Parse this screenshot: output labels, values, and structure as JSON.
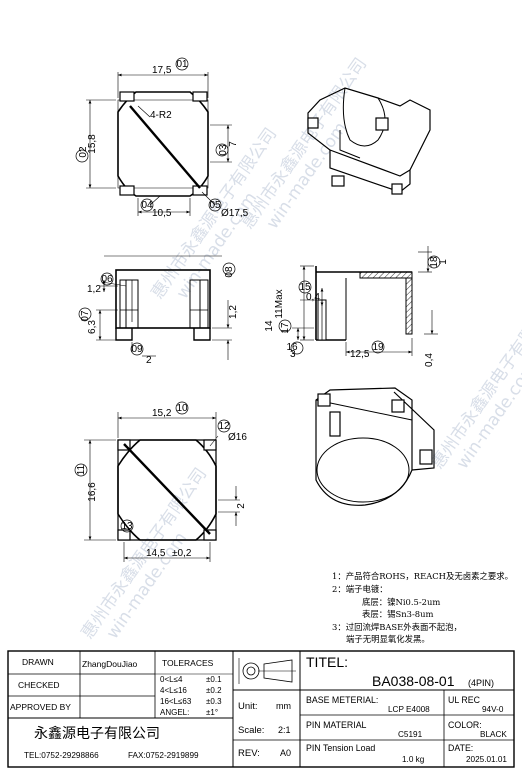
{
  "watermark": {
    "company": "惠州市永鑫源电子有限公司",
    "site": "win-made.com"
  },
  "top_view": {
    "dim_width": "17,5",
    "dim_height": "15,8",
    "dim_corner_radius": "4-R2",
    "dim_pin_gap": "10,5",
    "dim_diameter": "Ø17,5",
    "dim_tab": "7",
    "balloon_1": "01",
    "balloon_2": "02",
    "balloon_3": "03",
    "balloon_4": "04",
    "balloon_5": "05"
  },
  "front_view": {
    "dim_pin_offset": "1,2",
    "dim_height": "6,3",
    "dim_pin_width": "2",
    "dim_pin_height": "1,2",
    "balloon_6": "06",
    "balloon_7": "07",
    "balloon_8": "08",
    "balloon_9": "09"
  },
  "section_view": {
    "dim_height_max": "11Max",
    "dim_wall": "0,4",
    "dim_depth": "12,5",
    "dim_base": "3",
    "dim_top": "1",
    "dim_bottom": "0,4",
    "dim_left": "14",
    "balloon_15": "15",
    "balloon_16": "16",
    "balloon_17": "17",
    "balloon_18": "18",
    "balloon_19": "19"
  },
  "bottom_view": {
    "dim_width": "15,2",
    "dim_height": "16,6",
    "dim_diameter": "Ø16",
    "dim_pin_gap": "14,5",
    "dim_pin_tol": "±0,2",
    "dim_tab": "2",
    "balloon_10": "10",
    "balloon_11": "11",
    "balloon_12": "12",
    "balloon_13": "13"
  },
  "notes": [
    "1：产品符合ROHS，REACH及无卤素之要求。",
    "2：端子电镀：",
    "底层：镍Ni0.5-2um",
    "表层：锡Sn3-8um",
    "3：过回流焊BASE外表面不起泡，",
    "端子无明显氧化发黑。"
  ],
  "title_block": {
    "drawn_label": "DRAWN",
    "drawn_value": "ZhangDouJiao",
    "checked_label": "CHECKED",
    "approved_label": "APPROVED BY",
    "tolerances_label": "TOLERACES",
    "tolerances": [
      {
        "range": "0<L≤4",
        "value": "±0.1"
      },
      {
        "range": "4<L≤16",
        "value": "±0.2"
      },
      {
        "range": "16<L≤63",
        "value": "±0.3"
      },
      {
        "range": "ANGEL:",
        "value": "±1°"
      }
    ],
    "company_name": "永鑫源电子有限公司",
    "tel": "TEL:0752-29298866",
    "fax": "FAX:0752-2919899",
    "titel_label": "TITEL:",
    "part_number": "BA038-08-01",
    "part_suffix": "(4PIN)",
    "unit_label": "Unit:",
    "unit_value": "mm",
    "scale_label": "Scale:",
    "scale_value": "2:1",
    "rev_label": "REV:",
    "rev_value": "A0",
    "base_material_label": "BASE METERIAL:",
    "base_material_value": "LCP E4008",
    "ul_label": "UL REC",
    "ul_value": "94V-0",
    "pin_material_label": "PIN MATERIAL",
    "pin_material_value": "C5191",
    "color_label": "COLOR:",
    "color_value": "BLACK",
    "pin_tension_label": "PIN Tension Load",
    "pin_tension_value": "1.0 kg",
    "date_label": "DATE:",
    "date_value": "2025.01.01"
  }
}
